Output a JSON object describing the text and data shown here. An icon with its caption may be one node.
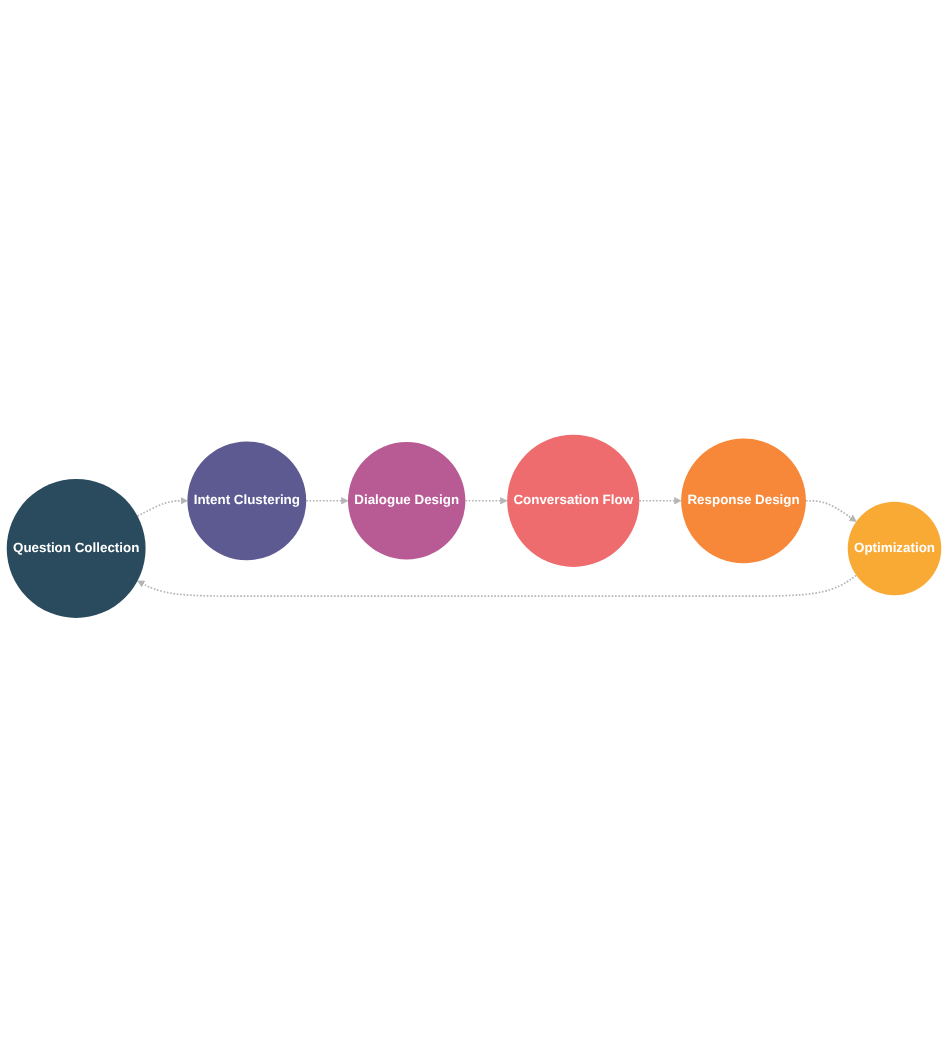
{
  "diagram": {
    "nodes": [
      {
        "text": [
          "Question Collection"
        ]
      },
      {
        "text": [
          "Intent Clustering"
        ]
      },
      {
        "text": [
          "Dialogue Design"
        ]
      },
      {
        "text": [
          "Conversation Flow"
        ]
      },
      {
        "text": [
          "Response Design"
        ]
      },
      {
        "text": [
          "Optimization"
        ]
      }
    ],
    "edges": [
      {
        "from": 0,
        "to": 1,
        "arrow": "to",
        "style": "dashed"
      },
      {
        "from": 1,
        "to": 2,
        "arrow": "to",
        "style": "dashed"
      },
      {
        "from": 2,
        "to": 3,
        "arrow": "to",
        "style": "dashed"
      },
      {
        "from": 3,
        "to": 4,
        "arrow": "to",
        "style": "dashed"
      },
      {
        "from": 4,
        "to": 5,
        "arrow": "to",
        "style": "dashed"
      },
      {
        "from": 5,
        "to": 0,
        "arrow": "to",
        "style": "dashed"
      }
    ]
  }
}
